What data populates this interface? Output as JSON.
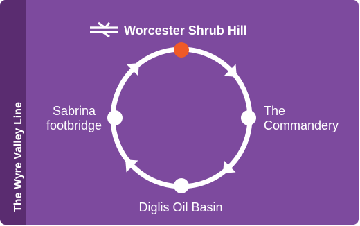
{
  "line_name": "The Wyre Valley Line",
  "colors": {
    "panel": "#7d4a9e",
    "side_bar": "#5a2c70",
    "loop": "#ffffff",
    "current_stop": "#f05a28"
  },
  "stations": {
    "top": {
      "name": "Worcester Shrub Hill",
      "icon": "national-rail-icon",
      "is_current": true
    },
    "right": {
      "line1": "The",
      "line2": "Commandery"
    },
    "bottom": {
      "name": "Diglis Oil Basin"
    },
    "left": {
      "line1": "Sabrina",
      "line2": "footbridge"
    }
  },
  "direction": "clockwise"
}
